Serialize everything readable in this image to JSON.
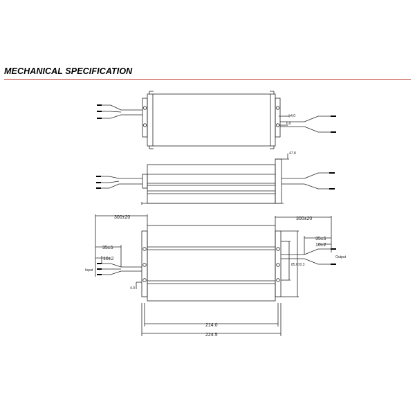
{
  "header": {
    "title": "MECHANICAL SPECIFICATION"
  },
  "top_view": {
    "hole_dia": "ф4.0",
    "hole_offset": "6.0"
  },
  "side_view": {
    "height": "47.8"
  },
  "front_view": {
    "input_cable_length": "300±20",
    "input_strip_length": "35±5",
    "input_wire_strip": "10±2",
    "input_label": "Input",
    "output_cable_length": "300±20",
    "output_strip_length": "35±5",
    "output_wire_strip": "10±2",
    "output_label": "Output",
    "width": "85.6±0.3",
    "mount_offset": "4.0",
    "hole_spacing": "214.0",
    "overall_length": "224.5"
  },
  "colors": {
    "title_rule": "#c0392b",
    "line": "#222222"
  }
}
